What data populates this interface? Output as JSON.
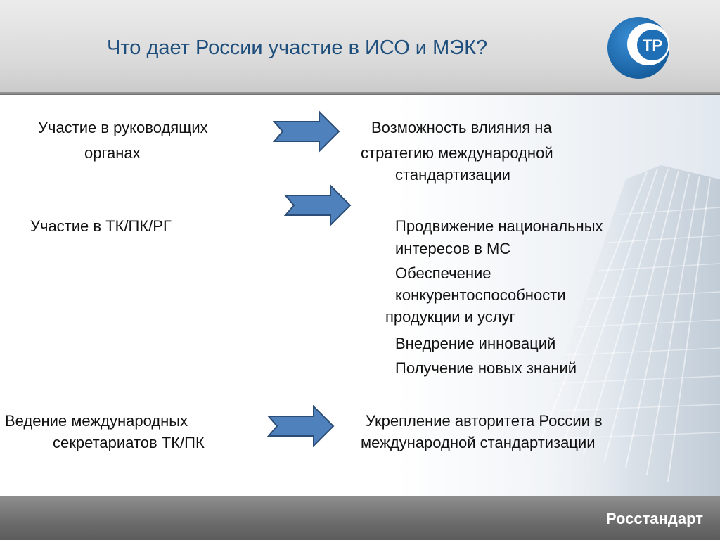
{
  "slide": {
    "title": "Что дает России участие в ИСО и МЭК?",
    "logo_text": "ТР",
    "footer_brand": "Росстандарт"
  },
  "left": {
    "item1_line1": "Участие в руководящих",
    "item1_line2": "органах",
    "item2": "Участие в ТК/ПК/РГ",
    "item3_line1": "Ведение международных",
    "item3_line2": "секретариатов ТК/ПК"
  },
  "right": {
    "r1_line1": "Возможность влияния на",
    "r1_line2": "стратегию международной",
    "r1_line3": "стандартизации",
    "r2_line1": "Продвижение национальных",
    "r2_line2": "интересов в МС",
    "r3_line1": "Обеспечение",
    "r3_line2": "конкурентоспособности",
    "r3_line3": "продукции и услуг",
    "r4": "Внедрение инноваций",
    "r5": "Получение новых знаний",
    "r6_line1": "Укрепление авторитета России в",
    "r6_line2": "международной стандартизации"
  },
  "colors": {
    "title": "#1f4f7c",
    "arrow_fill": "#4f81bd",
    "arrow_stroke": "#2c4d75",
    "logo_blue": "#1e6fb5"
  },
  "icons": [
    "arrow-right-icon",
    "building-background",
    "str-logo"
  ]
}
